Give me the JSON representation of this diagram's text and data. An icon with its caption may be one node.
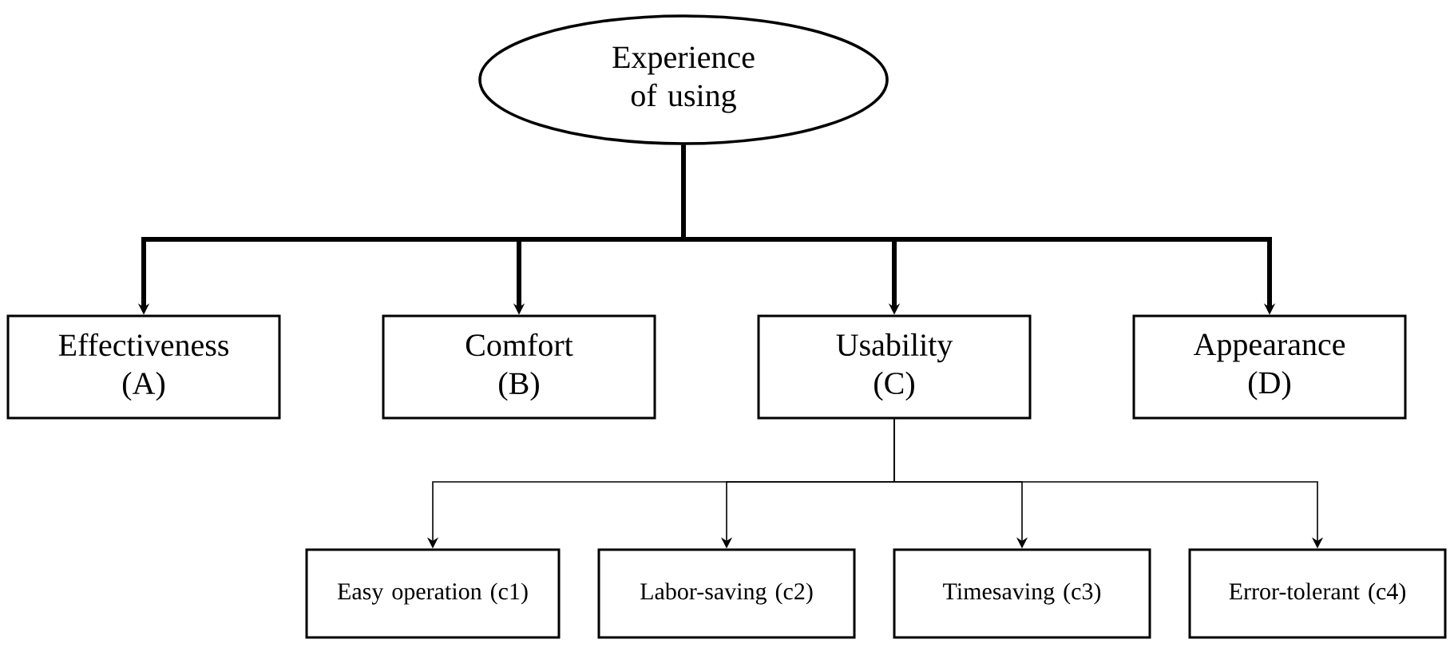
{
  "diagram": {
    "nodes": [
      {
        "text": [
          "Experience of using"
        ]
      },
      {
        "text": [
          "Effectiveness (A)"
        ]
      },
      {
        "text": [
          "Comfort (B)"
        ]
      },
      {
        "text": [
          "Usability (C)"
        ]
      },
      {
        "text": [
          "Appearance (D)"
        ]
      },
      {
        "text": [
          "Easy operation (c1)"
        ]
      },
      {
        "text": [
          "Labor-saving (c2)"
        ]
      },
      {
        "text": [
          "Timesaving (c3)"
        ]
      },
      {
        "text": [
          "Error-tolerant (c4)"
        ]
      }
    ],
    "edges": [
      {
        "from": 0,
        "to": 1,
        "arrow": "to",
        "style": "thick"
      },
      {
        "from": 0,
        "to": 2,
        "arrow": "to",
        "style": "thick"
      },
      {
        "from": 0,
        "to": 3,
        "arrow": "to",
        "style": "thick"
      },
      {
        "from": 0,
        "to": 4,
        "arrow": "to",
        "style": "thick"
      },
      {
        "from": 3,
        "to": 5,
        "arrow": "to"
      },
      {
        "from": 3,
        "to": 6,
        "arrow": "to"
      },
      {
        "from": 3,
        "to": 7,
        "arrow": "to"
      },
      {
        "from": 3,
        "to": 8,
        "arrow": "to"
      }
    ]
  }
}
